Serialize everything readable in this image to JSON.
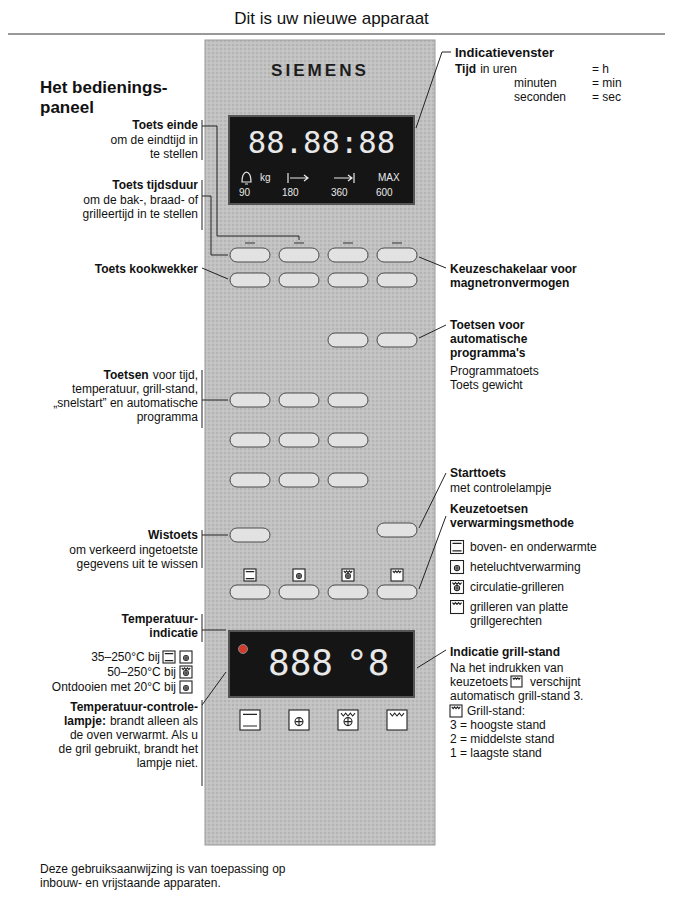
{
  "diagram": {
    "title": "Dit is uw nieuwe apparaat",
    "caption": "Deze gebruiksaanwijzing is van toepassing op inbouw- en vrijstaande apparaten.",
    "nodes": [
      {
        "text": [
          "SIEMENS"
        ]
      },
      {
        "text": [
          "88.88:88",
          "kg",
          "MAX",
          "90",
          "180",
          "360",
          "600"
        ],
        "in": 0
      },
      {
        "text": [
          "888",
          "°8"
        ],
        "in": 0
      }
    ],
    "labels": [
      "Het bedienings- paneel",
      "Toets einde",
      "om de eindtijd in te stellen",
      "Toets tijdsduur",
      "om de bak-, braad- of grilleertijd in te stellen",
      "Toets kookwekker",
      "Toetsen",
      "voor tijd, temperatuur, grill-stand, „snelstart” en automatische programma",
      "Wistoets",
      "om verkeerd ingetoetste gegevens uit te wissen",
      "Temperatuur- indicatie",
      "35–250°C bij",
      "50–250°C bij",
      "Ontdooien met 20°C bij",
      "Temperatuur-controle- lampje:",
      "brandt alleen als de oven verwarmt. Als u de gril gebruikt, brandt het lampje niet.",
      "Indicatievenster",
      "Tijd",
      "in uren",
      "= h",
      "minuten",
      "= min",
      "seconden",
      "= sec",
      "Keuzeschakelaar voor magnetronvermogen",
      "Toetsen voor automatische programma's",
      "Programmatoets",
      "Toets gewicht",
      "Starttoets",
      "met controlelampje",
      "Keuzetoetsen verwarmingsmethode",
      "Indicatie grill-stand",
      "Na het indrukken van keuzetoets",
      "verschijnt automatisch grill-stand 3.",
      "Grill-stand:",
      "3 = hoogste stand",
      "2 = middelste stand",
      "1 = laagste stand"
    ],
    "legend": [
      {
        "text": "boven- en onderwarmte"
      },
      {
        "text": "heteluchtverwarming"
      },
      {
        "text": "circulatie-grilleren"
      },
      {
        "text": "grilleren van platte grillgerechten"
      }
    ]
  }
}
